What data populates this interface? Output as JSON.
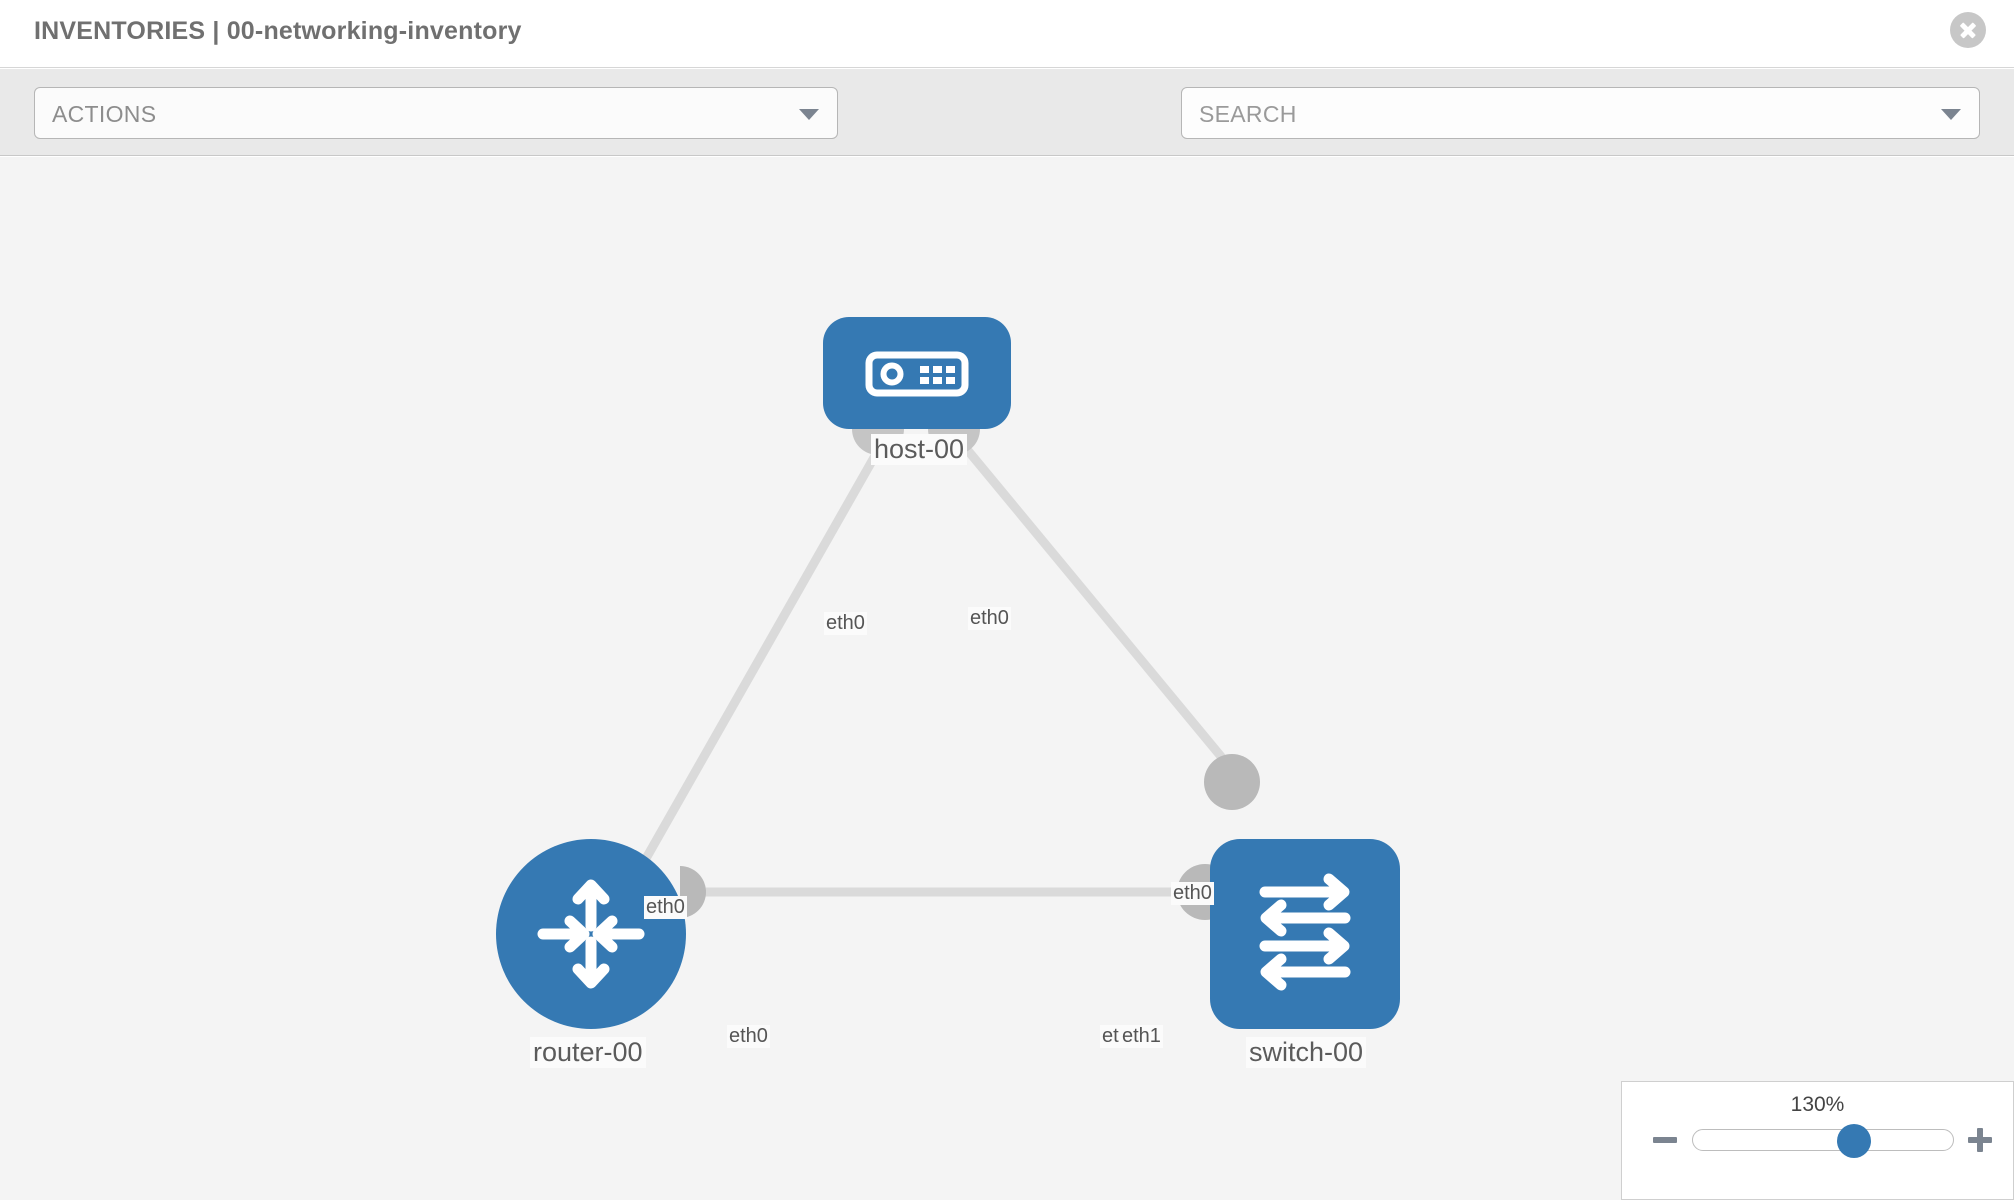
{
  "header": {
    "title": "INVENTORIES | 00-networking-inventory",
    "close_icon": "close-icon"
  },
  "toolbar": {
    "actions_label": "ACTIONS",
    "actions_caret": "chevron-down-icon",
    "wrench_icon": "wrench-icon",
    "key_icon": "key-icon",
    "search_placeholder": "SEARCH",
    "search_value": "SEARCH",
    "search_caret": "chevron-down-icon"
  },
  "topology": {
    "nodes": [
      {
        "id": "host-00",
        "label": "host-00",
        "type": "host",
        "icon": "server-icon",
        "shape": "rounded-rect",
        "color": "#3579b3"
      },
      {
        "id": "router-00",
        "label": "router-00",
        "type": "router",
        "icon": "router-arrows-icon",
        "shape": "circle",
        "color": "#3579b3"
      },
      {
        "id": "switch-00",
        "label": "switch-00",
        "type": "switch",
        "icon": "switch-arrows-icon",
        "shape": "rounded-square",
        "color": "#3579b3"
      }
    ],
    "links": [
      {
        "from": "host-00",
        "to": "router-00",
        "from_iface": "eth0",
        "to_iface": "eth0"
      },
      {
        "from": "host-00",
        "to": "switch-00",
        "from_iface": "eth0",
        "to_iface": "eth0"
      },
      {
        "from": "router-00",
        "to": "switch-00",
        "from_iface": "eth0",
        "to_iface": "eth1"
      }
    ],
    "interface_labels": {
      "host_left": "eth0",
      "host_right": "eth0",
      "router_up": "eth0",
      "switch_up": "eth0",
      "router_right": "eth0",
      "switch_left_a": "eth",
      "switch_left_b": "eth1"
    },
    "link_color": "#dadada",
    "connector_color": "#b9b9b9"
  },
  "zoom": {
    "value": "130%",
    "minus_label": "minus-icon",
    "plus_label": "plus-icon",
    "thumb_position_percent": 55
  }
}
